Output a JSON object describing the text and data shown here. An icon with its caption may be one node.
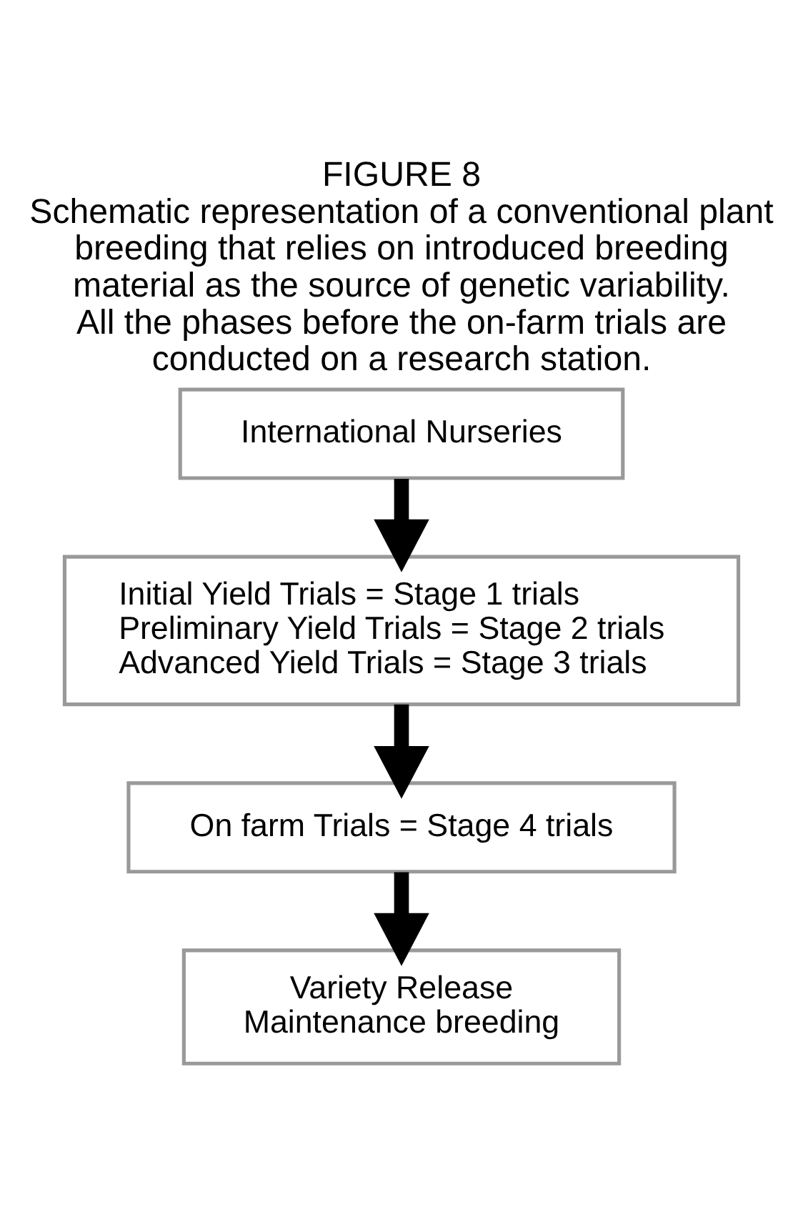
{
  "diagram": {
    "title": "FIGURE 8",
    "caption": "Schematic representation of a conventional plant breeding that relies on introduced breeding material as the source of genetic variability. All the phases before the on-farm trials are conducted on a research station.",
    "nodes": [
      {
        "text": [
          "International Nurseries"
        ]
      },
      {
        "text": [
          "Initial Yield Trials = Stage 1 trials",
          "Preliminary Yield Trials = Stage 2 trials",
          "Advanced Yield Trials = Stage 3 trials"
        ]
      },
      {
        "text": [
          "On farm Trials = Stage 4 trials"
        ]
      },
      {
        "text": [
          "Variety Release",
          "Maintenance breeding"
        ]
      }
    ],
    "edges": [
      {
        "from": 0,
        "to": 1,
        "arrow": "to"
      },
      {
        "from": 1,
        "to": 2,
        "arrow": "to"
      },
      {
        "from": 2,
        "to": 3,
        "arrow": "to"
      }
    ]
  }
}
